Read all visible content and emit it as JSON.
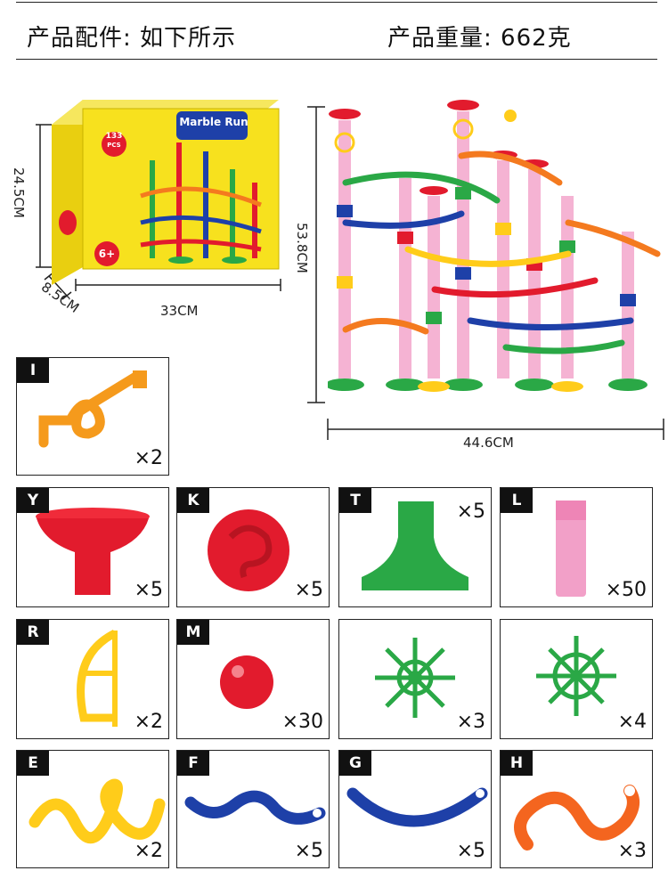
{
  "header": {
    "accessories_label": "产品配件: 如下所示",
    "weight_label": "产品重量: 662克"
  },
  "box": {
    "height_label": "24.5CM",
    "depth_label": "8.5CM",
    "width_label": "33CM",
    "badge_count": "133",
    "badge_unit": "PCS",
    "logo_text": "Marble Run",
    "age_badge": "6+"
  },
  "tower": {
    "height_label": "53.8CM",
    "width_label": "44.6CM"
  },
  "parts": [
    {
      "letter": "I",
      "qty": "×2"
    },
    {
      "letter": "Y",
      "qty": "×5"
    },
    {
      "letter": "K",
      "qty": "×5"
    },
    {
      "letter": "T",
      "qty": "×5"
    },
    {
      "letter": "L",
      "qty": "×50"
    },
    {
      "letter": "R",
      "qty": "×2"
    },
    {
      "letter": "M",
      "qty": "×30"
    },
    {
      "letter": "",
      "qty": "×3"
    },
    {
      "letter": "",
      "qty": "×4"
    },
    {
      "letter": "E",
      "qty": "×2"
    },
    {
      "letter": "F",
      "qty": "×5"
    },
    {
      "letter": "G",
      "qty": "×5"
    },
    {
      "letter": "H",
      "qty": "×3"
    }
  ],
  "colors": {
    "red": "#e21b2d",
    "green": "#2aa846",
    "blue": "#1e40a8",
    "yellow": "#ffcc1a",
    "orange": "#f47a1f",
    "pink": "#f2a0c8",
    "box_yellow": "#f7e11e"
  }
}
